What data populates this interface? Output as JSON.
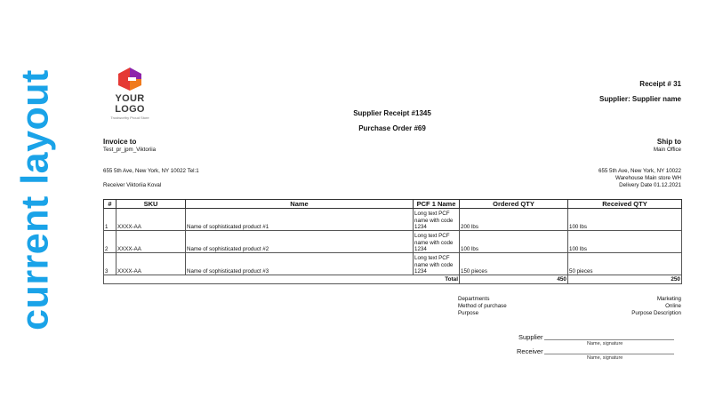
{
  "side_label": "current layout",
  "logo": {
    "text": "YOUR LOGO",
    "tagline": "Trustworthy Proud Store"
  },
  "receipt_no": "Receipt # 31",
  "supplier": "Supplier: Supplier name",
  "doc_title": "Supplier Receipt #1345",
  "po_title": "Purchase Order #69",
  "invoice": {
    "heading": "Invoice to",
    "name": "Test_pr_jpm_Viktoriia",
    "address": "655 5th Ave, New York, NY 10022 Tel:1",
    "receiver": "Receiver Viktoriia Koval"
  },
  "ship": {
    "heading": "Ship to",
    "name": "Main Office",
    "address": "655 5th Ave, New York, NY 10022",
    "warehouse": "Warehouse Main store WH",
    "delivery": "Delivery Date 01.12.2021"
  },
  "table": {
    "headers": [
      "#",
      "SKU",
      "Name",
      "PCF 1 Name",
      "Ordered QTY",
      "Received QTY"
    ],
    "rows": [
      {
        "num": "1",
        "sku": "XXXX-AA",
        "name": "Name of sophisticated product #1",
        "pcf": "Long text PCF name with code 1234",
        "ordered": "200 lbs",
        "received": "100 lbs"
      },
      {
        "num": "2",
        "sku": "XXXX-AA",
        "name": "Name of sophisticated product #2",
        "pcf": "Long text PCF name with code 1234",
        "ordered": "100 lbs",
        "received": "100 lbs"
      },
      {
        "num": "3",
        "sku": "XXXX-AA",
        "name": "Name of sophisticated product #3",
        "pcf": "Long text PCF name with code 1234",
        "ordered": "150 pieces",
        "received": "50 pieces"
      }
    ],
    "total_label": "Total",
    "total_ordered": "450",
    "total_received": "250"
  },
  "meta": [
    {
      "label": "Departments",
      "value": "Marketing"
    },
    {
      "label": "Method of purchase",
      "value": "Online"
    },
    {
      "label": "Purpose",
      "value": "Purpose Description"
    }
  ],
  "signatures": {
    "supplier_label": "Supplier",
    "receiver_label": "Receiver",
    "caption": "Name, signature"
  },
  "colors": {
    "side_label": "#1aa3e8",
    "logo_orange": "#f07b1d",
    "logo_red": "#e53935",
    "logo_purple": "#8e24aa"
  }
}
